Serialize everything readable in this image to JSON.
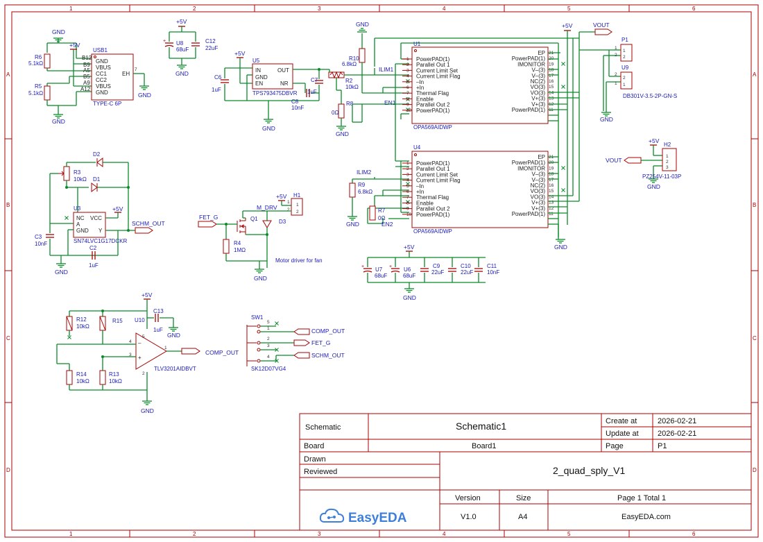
{
  "rulers": {
    "cols": [
      "1",
      "2",
      "3",
      "4",
      "5",
      "6"
    ],
    "rows": [
      "A",
      "B",
      "C",
      "D"
    ]
  },
  "colors": {
    "wire": "#0a8a2a",
    "symbol": "#a80000",
    "label": "#1a1ab8",
    "brand": "#3d7fd9"
  },
  "components": {
    "usb1": {
      "ref": "USB1",
      "value": "TYPE-C 6P",
      "pins": [
        "B12",
        "B9",
        "A5",
        "B5",
        "A9",
        "A12"
      ],
      "names": [
        "GND",
        "VBUS",
        "CC1",
        "CC2",
        "VBUS",
        "GND"
      ],
      "eh": "EH",
      "eh_pin": "7"
    },
    "r6": {
      "ref": "R6",
      "value": "5.1kΩ"
    },
    "r5": {
      "ref": "R5",
      "value": "5.1kΩ"
    },
    "u8": {
      "ref": "U8",
      "value": "68uF"
    },
    "c12": {
      "ref": "C12",
      "value": "22uF"
    },
    "u5": {
      "ref": "U5",
      "value": "TPS793475DBVR",
      "pins": [
        "IN",
        "GND",
        "EN",
        "OUT",
        "NR"
      ]
    },
    "c6": {
      "ref": "C6",
      "value": "1uF"
    },
    "c7": {
      "ref": "C7",
      "value": "1uF"
    },
    "c8": {
      "ref": "C8",
      "value": "10nF"
    },
    "r10": {
      "ref": "R10",
      "value": "6.8kΩ"
    },
    "r2": {
      "ref": "R2",
      "value": "10kΩ"
    },
    "r8": {
      "ref": "R8",
      "value": "0Ω"
    },
    "u1": {
      "ref": "U1",
      "value": "OPA569AIDWP"
    },
    "u4": {
      "ref": "U4",
      "value": "OPA569AIDWP"
    },
    "r9": {
      "ref": "R9",
      "value": "6.8kΩ"
    },
    "r7": {
      "ref": "R7",
      "value": "0Ω"
    },
    "p1": {
      "ref": "P1",
      "pins": [
        "1",
        "2"
      ]
    },
    "u9": {
      "ref": "U9",
      "value": "DB301V-3.5-2P-GN-S",
      "pins": [
        "2",
        "1"
      ]
    },
    "h2": {
      "ref": "H2",
      "value": "PZ254V-11-03P",
      "pins": [
        "1",
        "2",
        "3"
      ]
    },
    "r3": {
      "ref": "R3",
      "value": "10kΩ"
    },
    "d2": {
      "ref": "D2"
    },
    "d1": {
      "ref": "D1"
    },
    "u3": {
      "ref": "U3",
      "value": "SN74LVC1G17DCKR",
      "pins": [
        "NC",
        "A",
        "GND",
        "VCC",
        "Y"
      ]
    },
    "c3": {
      "ref": "C3",
      "value": "10nF"
    },
    "c2": {
      "ref": "C2",
      "value": "1uF"
    },
    "h1": {
      "ref": "H1",
      "pins": [
        "1",
        "2"
      ]
    },
    "q1": {
      "ref": "Q1"
    },
    "d3": {
      "ref": "D3"
    },
    "r4": {
      "ref": "R4",
      "value": "1MΩ"
    },
    "u7": {
      "ref": "U7",
      "value": "68uF"
    },
    "u6": {
      "ref": "U6",
      "value": "68uF"
    },
    "c9": {
      "ref": "C9",
      "value": "22uF"
    },
    "c10": {
      "ref": "C10",
      "value": "22uF"
    },
    "c11": {
      "ref": "C11",
      "value": "10nF"
    },
    "r12": {
      "ref": "R12",
      "value": "10kΩ"
    },
    "r15": {
      "ref": "R15"
    },
    "u10": {
      "ref": "U10",
      "value": "TLV3201AIDBVT"
    },
    "c13": {
      "ref": "C13",
      "value": "1uF"
    },
    "r14": {
      "ref": "R14",
      "value": "10kΩ"
    },
    "r13": {
      "ref": "R13",
      "value": "10kΩ"
    },
    "sw1": {
      "ref": "SW1",
      "value": "SK12D07VG4",
      "pins": [
        "5",
        "1",
        "2",
        "3",
        "4"
      ]
    }
  },
  "opa": {
    "left": [
      "PowerPAD(1)",
      "Parallel Out 1",
      "Current Limit Set",
      "Current Limit Flag",
      "–In",
      "+In",
      "Thermal Flag",
      "Enable",
      "Parallel Out 2",
      "PowerPAD(1)"
    ],
    "left_nums": [
      "1",
      "2",
      "3",
      "4",
      "5",
      "6",
      "7",
      "8",
      "9",
      "10"
    ],
    "right": [
      "EP",
      "PowerPAD(1)",
      "IMONITOR",
      "V–(3)",
      "V–(3)",
      "NC(2)",
      "VO(3)",
      "VO(3)",
      "V+(3)",
      "V+(3)",
      "PowerPAD(1)"
    ],
    "right_nums": [
      "21",
      "20",
      "19",
      "18",
      "17",
      "16",
      "15",
      "14",
      "13",
      "12",
      "11"
    ]
  },
  "nets": {
    "gnd": "GND",
    "plus5v": "+5V",
    "vout": "VOUT",
    "ilim1": "ILIM1",
    "ilim2": "ILIM2",
    "en1": "EN1",
    "en2": "EN2",
    "schm_out": "SCHM_OUT",
    "fet_g": "FET_G",
    "m_drv": "M_DRV",
    "comp_out": "COMP_OUT"
  },
  "annotations": {
    "motor_driver": "Motor driver for fan"
  },
  "title_block": {
    "schematic_label": "Schematic",
    "schematic_name": "Schematic1",
    "create_label": "Create at",
    "create_date": "2026-02-21",
    "update_label": "Update at",
    "update_date": "2026-02-21",
    "board_label": "Board",
    "board_name": "Board1",
    "page_label": "Page",
    "page_value": "P1",
    "drawn_label": "Drawn",
    "reviewed_label": "Reviewed",
    "project": "2_quad_sply_V1",
    "version_label": "Version",
    "version": "V1.0",
    "size_label": "Size",
    "size": "A4",
    "page_total": "Page  1  Total  1",
    "brand": "EasyEDA",
    "site": "EasyEDA.com"
  }
}
